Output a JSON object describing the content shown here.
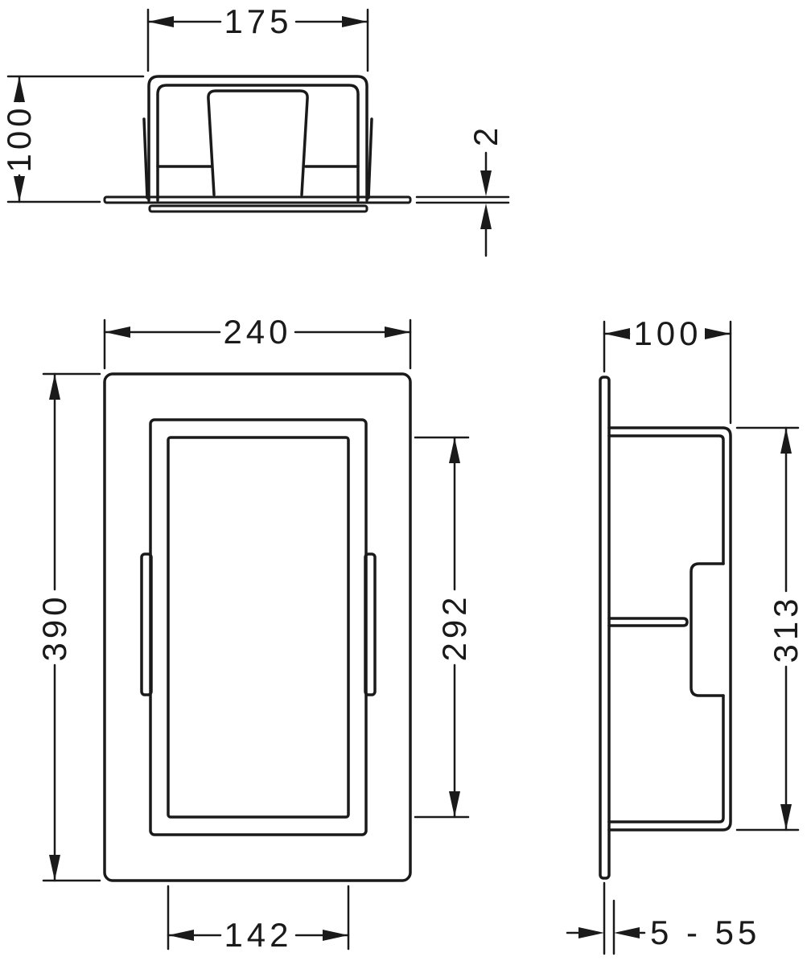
{
  "drawing": {
    "top_view": {
      "body_width": "175",
      "body_depth": "100",
      "flange_thickness": "2"
    },
    "front_view": {
      "outer_width": "240",
      "outer_height": "390",
      "cutout_height": "292",
      "cutout_width": "142"
    },
    "side_view": {
      "depth": "100",
      "inner_height": "313",
      "mounting_range": "5 - 55"
    }
  },
  "colors": {
    "line": "#1a1a1a",
    "background": "#ffffff"
  }
}
